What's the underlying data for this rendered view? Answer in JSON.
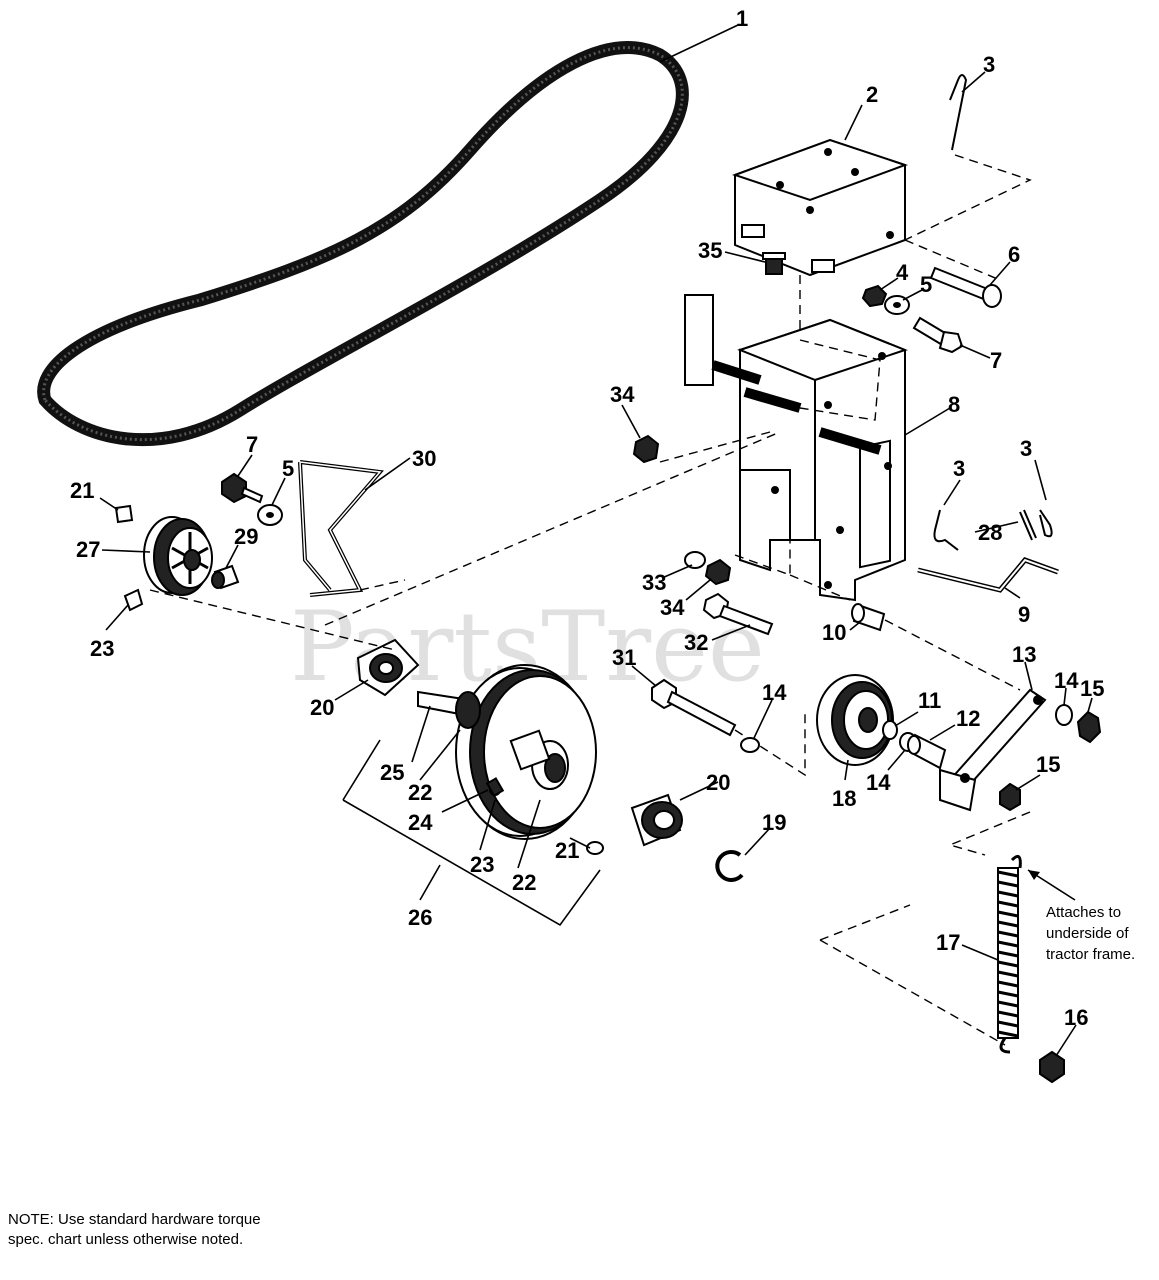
{
  "watermark": "PartsTree",
  "note": "NOTE: Use standard hardware torque spec. chart unless otherwise noted.",
  "callout": {
    "line1": "Attaches to",
    "line2": "underside of",
    "line3": "tractor frame."
  },
  "labels": {
    "l1": "1",
    "l2": "2",
    "l3a": "3",
    "l3b": "3",
    "l3c": "3",
    "l4": "4",
    "l5a": "5",
    "l5b": "5",
    "l6": "6",
    "l7a": "7",
    "l7b": "7",
    "l8": "8",
    "l9": "9",
    "l10": "10",
    "l11": "11",
    "l12": "12",
    "l13": "13",
    "l14a": "14",
    "l14b": "14",
    "l14c": "14",
    "l15a": "15",
    "l15b": "15",
    "l16": "16",
    "l17": "17",
    "l18": "18",
    "l19": "19",
    "l20a": "20",
    "l20b": "20",
    "l21a": "21",
    "l21b": "21",
    "l22a": "22",
    "l22b": "22",
    "l23a": "23",
    "l23b": "23",
    "l24": "24",
    "l25": "25",
    "l26": "26",
    "l27": "27",
    "l28": "28",
    "l29": "29",
    "l30": "30",
    "l31": "31",
    "l32": "32",
    "l33": "33",
    "l34a": "34",
    "l34b": "34",
    "l35": "35"
  }
}
